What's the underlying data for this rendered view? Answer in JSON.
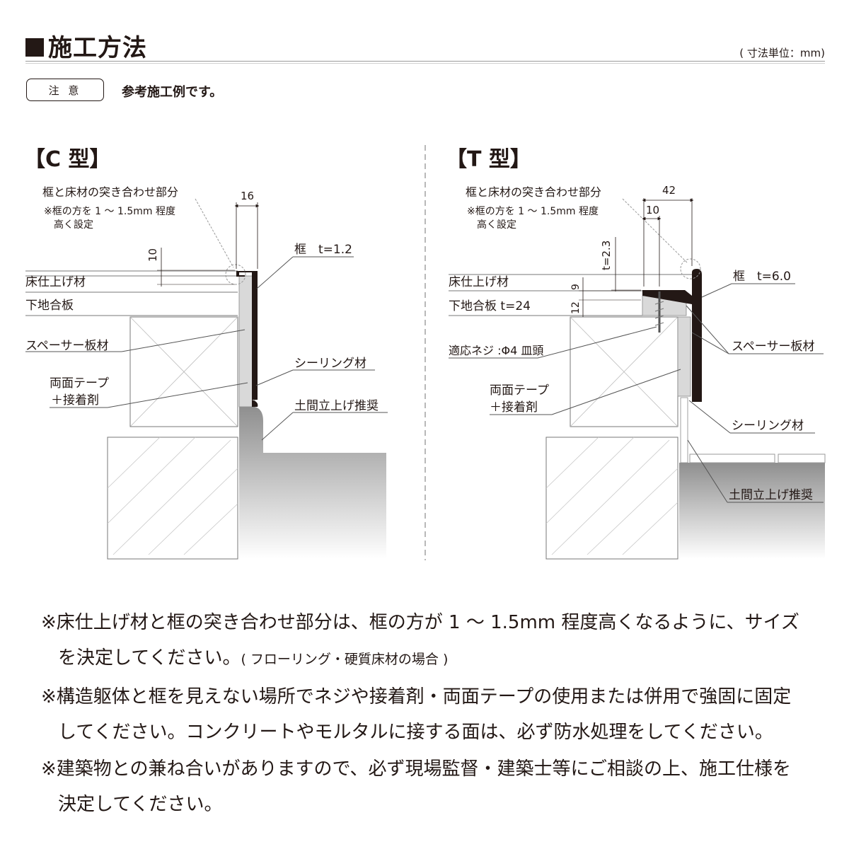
{
  "header": {
    "title": "施工方法",
    "unit": "( 寸法単位：mm)"
  },
  "note": {
    "badge": "注 意",
    "text": "参考施工例です。"
  },
  "c_type": {
    "label": "【C 型】",
    "joint_label": "框と床材の突き合わせ部分",
    "joint_sub1": "※框の方を 1 ～ 1.5mm 程度",
    "joint_sub2": "高く設定",
    "dim_16": "16",
    "dim_10": "10",
    "frame": "框　t=1.2",
    "floor_finish": "床仕上げ材",
    "subfloor": "下地合板",
    "spacer": "スペーサー板材",
    "sealing": "シーリング材",
    "tape1": "両面テープ",
    "tape2": "＋接着剤",
    "earth": "土間立上げ推奨"
  },
  "t_type": {
    "label": "【T 型】",
    "joint_label": "框と床材の突き合わせ部分",
    "joint_sub1": "※框の方を 1 ～ 1.5mm 程度",
    "joint_sub2": "高く設定",
    "dim_42": "42",
    "dim_10": "10",
    "dim_t23": "t=2.3",
    "dim_9": "9",
    "dim_12": "12",
    "frame": "框　t=6.0",
    "floor_finish": "床仕上げ材",
    "subfloor": "下地合板 t=24",
    "screw": "適応ネジ :Φ4 皿頭",
    "spacer": "スペーサー板材",
    "tape1": "両面テープ",
    "tape2": "＋接着剤",
    "sealing": "シーリング材",
    "earth": "土間立上げ推奨"
  },
  "notes": {
    "n1_line1": "※床仕上げ材と框の突き合わせ部分は、框の方が 1 ～ 1.5mm 程度高くなるように、サイズ",
    "n1_line2a": "を決定してください。",
    "n1_line2b": "( フローリング・硬質床材の場合 )",
    "n2_line1": "※構造躯体と框を見えない場所でネジや接着剤・両面テープの使用または併用で強固に固定",
    "n2_line2": "してください。コンクリートやモルタルに接する面は、必ず防水処理をしてください。",
    "n3_line1": "※建築物との兼ね合いがありますので、必ず現場監督・建築士等にご相談の上、施工仕様を",
    "n3_line2": "決定してください。"
  },
  "colors": {
    "ink": "#231815",
    "frame_dark": "#231815",
    "concrete_top": "#8f8f8f",
    "concrete_bottom": "#ffffff",
    "spacer_fill": "#d9d9d9",
    "leader": "#555555"
  }
}
